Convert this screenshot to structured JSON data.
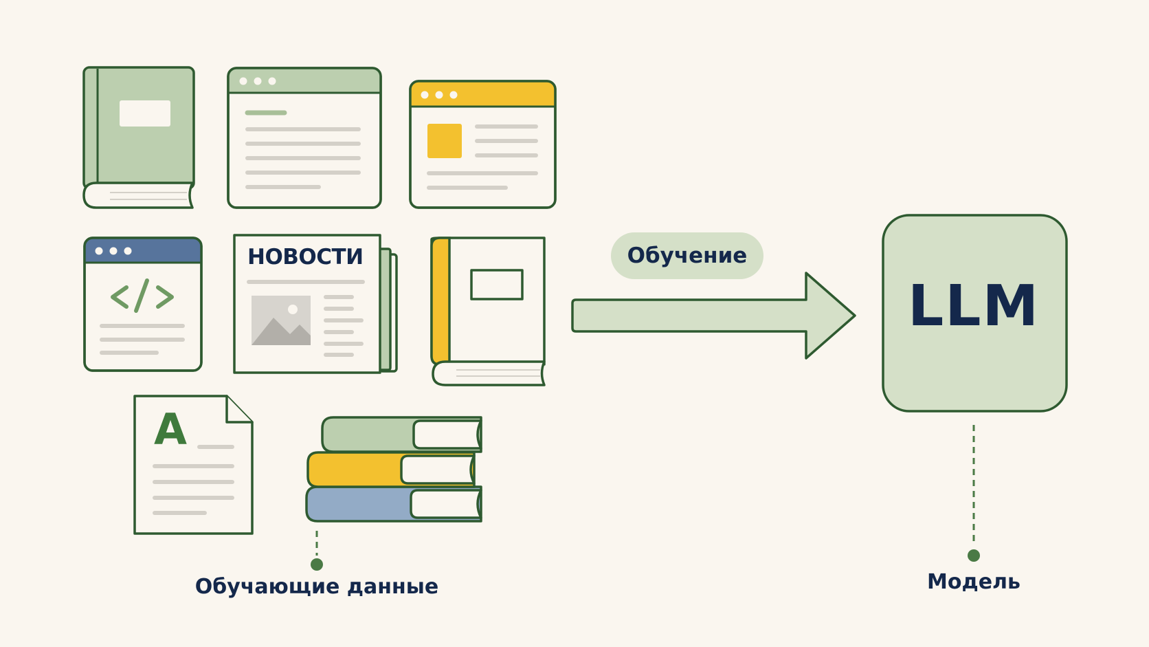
{
  "sources": {
    "news_title": "НОВОСТИ",
    "doc_letter": "A",
    "caption": "Обучающие данные",
    "icons": [
      "book-green",
      "browser-article",
      "browser-yellow-card",
      "browser-code",
      "newspaper",
      "book-yellow",
      "text-document",
      "book-stack"
    ]
  },
  "training": {
    "label": "Обучение"
  },
  "model": {
    "name": "LLM",
    "caption": "Модель"
  },
  "colors": {
    "outline": "#2e5a30",
    "green_light": "#bccfaf",
    "green_pale": "#d5e0c8",
    "yellow": "#f3c12f",
    "blue_header": "#57749c",
    "blue_book": "#93abc6",
    "text_navy": "#14284b",
    "background": "#faf6ef"
  }
}
